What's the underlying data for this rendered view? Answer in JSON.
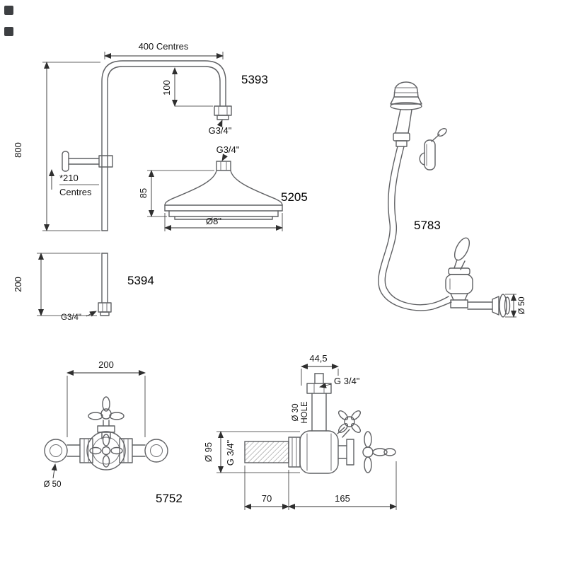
{
  "page": {
    "background": "#ffffff",
    "line_color": "#5f6063",
    "dim_color": "#2f2f2f"
  },
  "icons": {
    "corner_artifact_top": "dark-square",
    "corner_artifact_bottom": "dark-square"
  },
  "drawings": {
    "riser": {
      "part_number": "5393",
      "dims": {
        "centres_top": "400 Centres",
        "height": "800",
        "drop": "100",
        "outlet_thread": "G3/4\"",
        "wall_centres_value": "*210",
        "wall_centres_label": "Centres"
      }
    },
    "shower_head": {
      "part_number": "5205",
      "dims": {
        "inlet_thread": "G3/4\"",
        "height": "85",
        "diameter": "Ø8\""
      }
    },
    "pipe": {
      "part_number": "5394",
      "dims": {
        "length": "200",
        "thread": "G3/4\""
      }
    },
    "handshower": {
      "part_number": "5783",
      "dims": {
        "flange_diameter": "Ø 50"
      }
    },
    "valve_front": {
      "part_number": "5752",
      "dims": {
        "centres": "200",
        "flange_diameter": "Ø 50"
      }
    },
    "valve_side": {
      "dims": {
        "outlet_offset": "44,5",
        "outlet_thread": "G 3/4\"",
        "hole_dia": "Ø 30",
        "hole_label": "HOLE",
        "body_diameter": "Ø 95",
        "inlet_thread": "G 3/4\"",
        "depth_front": "70",
        "depth_total": "165"
      }
    }
  }
}
